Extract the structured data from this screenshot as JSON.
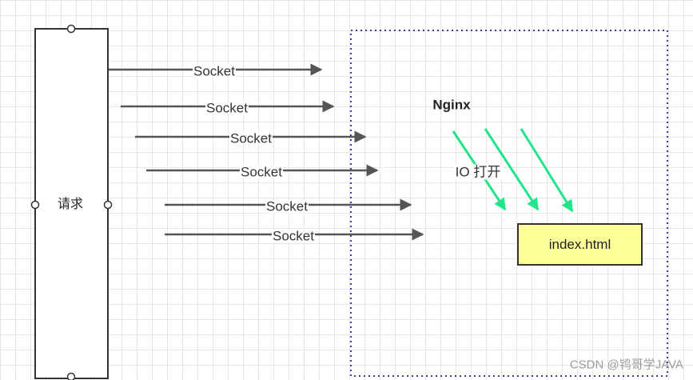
{
  "client": {
    "label": "请求"
  },
  "socket_arrows": [
    {
      "label": "Socket"
    },
    {
      "label": "Socket"
    },
    {
      "label": "Socket"
    },
    {
      "label": "Socket"
    },
    {
      "label": "Socket"
    },
    {
      "label": "Socket"
    }
  ],
  "server": {
    "label": "Nginx"
  },
  "io_label": "IO 打开",
  "file": {
    "label": "index.html"
  },
  "watermark": "CSDN @鸨哥学JAVA",
  "colors": {
    "box_border": "#333333",
    "socket_arrow": "#555555",
    "io_arrow": "#22e58a",
    "nginx_border": "#3b3b9e",
    "file_fill": "#ffff99"
  }
}
